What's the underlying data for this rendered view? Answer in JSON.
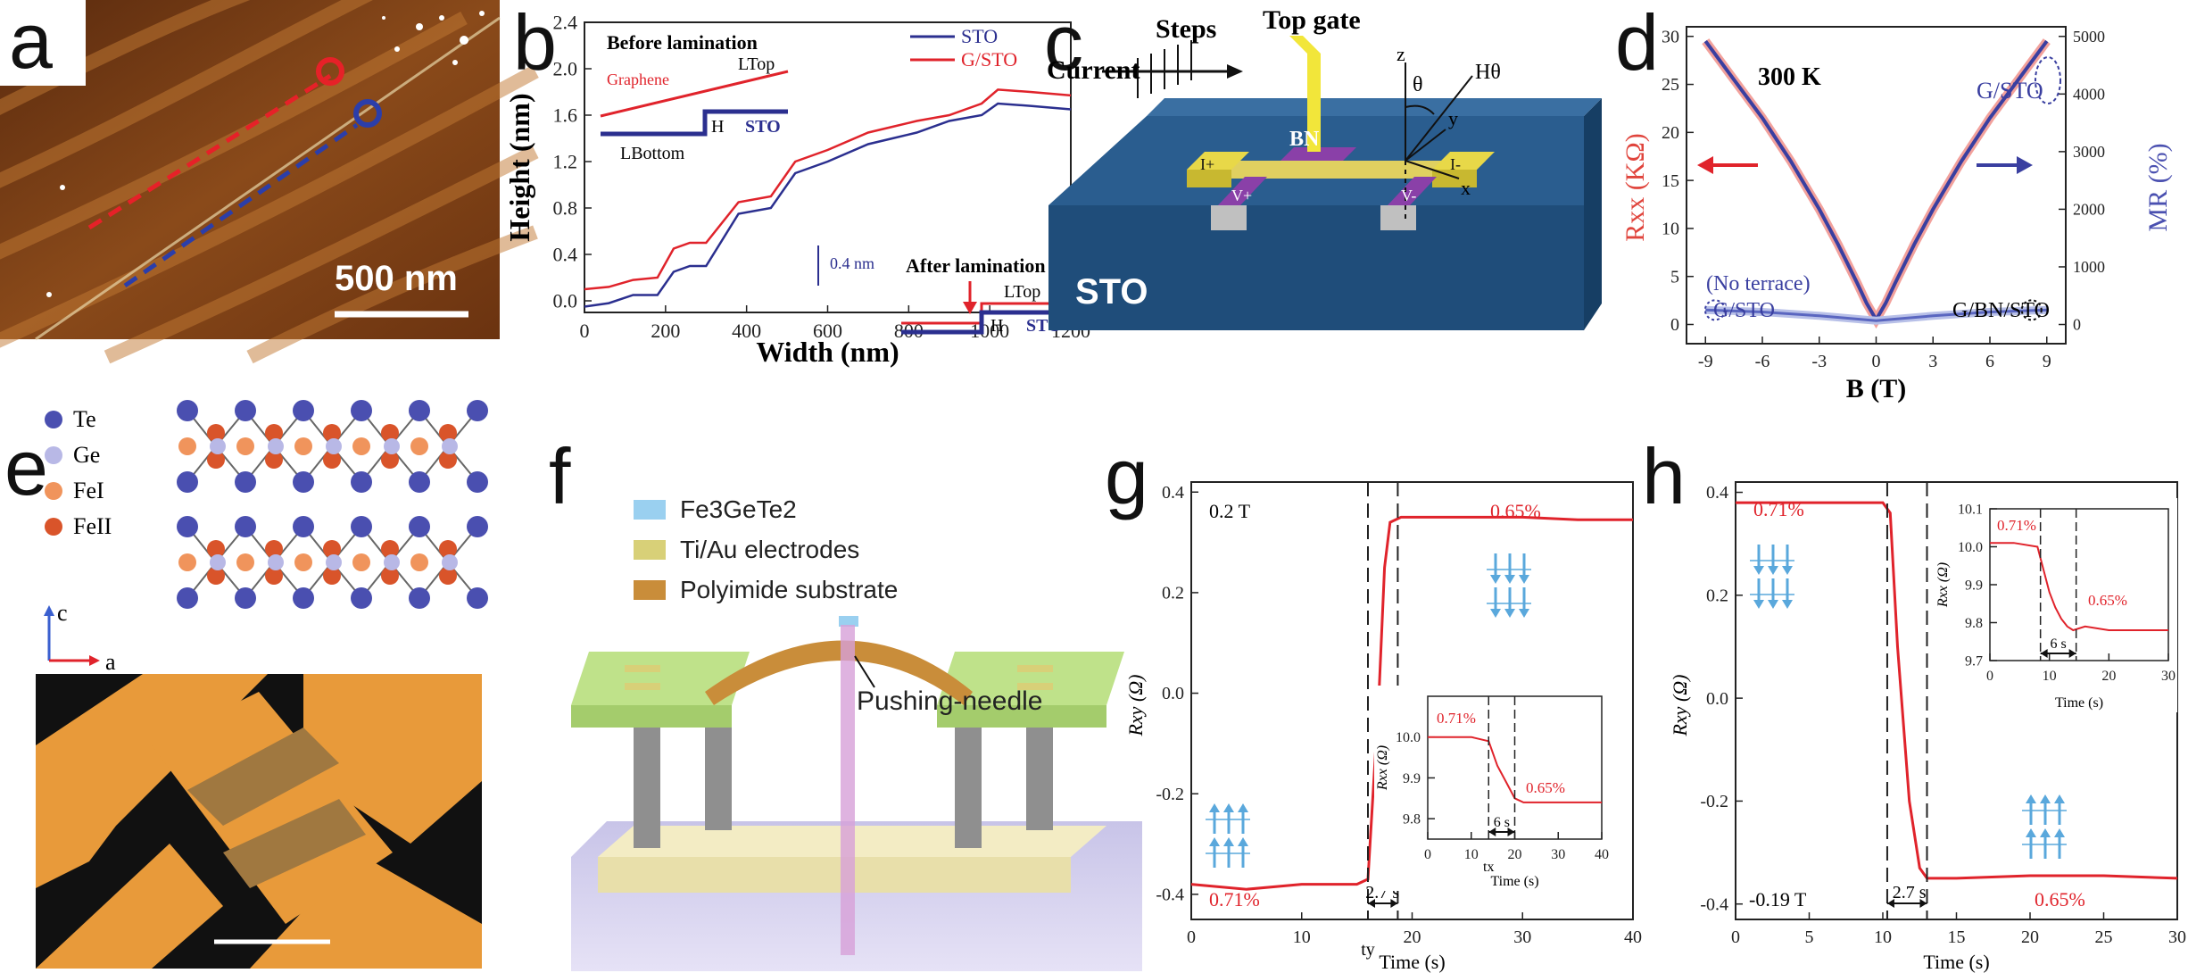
{
  "panels": {
    "a": "a",
    "b": "b",
    "c": "c",
    "d": "d",
    "e": "e",
    "f": "f",
    "g": "g",
    "h": "h"
  },
  "a": {
    "scalebar": "500 nm"
  },
  "b": {
    "xlabel": "Width (nm)",
    "ylabel": "Height (nm)",
    "before": "Before lamination",
    "after": "After lamination",
    "graphene": "Graphene",
    "ltop": "LTop",
    "lbottom": "LBottom",
    "h": "H",
    "sto": "STO",
    "step": "0.4 nm",
    "legend": [
      "STO",
      "G/STO"
    ]
  },
  "c": {
    "steps": "Steps",
    "current": "Current",
    "top_gate": "Top gate",
    "bn": "BN",
    "sto": "STO",
    "i_plus": "I+",
    "i_minus": "I-",
    "v_plus": "V+",
    "v_minus": "V-",
    "z": "z",
    "y": "y",
    "x": "x",
    "theta": "θ",
    "h_theta": "Hθ"
  },
  "d": {
    "temp": "300 K",
    "g_sto": "G/STO",
    "no_terrace": "(No terrace)",
    "g_sto2": "G/STO",
    "g_bn_sto": "G/BN/STO",
    "xlabel": "B (T)",
    "ylabel_left": "Rxx (KΩ)",
    "ylabel_right": "MR (%)"
  },
  "e": {
    "legend": [
      "Te",
      "Ge",
      "FeI",
      "FeII"
    ],
    "axis_c": "c",
    "axis_a": "a"
  },
  "f": {
    "legend": [
      "Fe3GeTe2",
      "Ti/Au electrodes",
      "Polyimide substrate"
    ],
    "needle": "Pushing-needle"
  },
  "g": {
    "field": "0.2 T",
    "high": "0.65%",
    "low": "0.71%",
    "interval": "2.7 s",
    "xlabel": "Time (s)",
    "ylabel": "Rxy (Ω)",
    "ty": "ty",
    "inset": {
      "ylabel": "Rxx (Ω)",
      "xlabel": "Time (s)",
      "p1": "0.71%",
      "p2": "0.65%",
      "dt": "6 s",
      "tx": "tx"
    }
  },
  "h": {
    "field": "-0.19 T",
    "high": "0.71%",
    "low": "0.65%",
    "interval": "2.7 s",
    "xlabel": "Time (s)",
    "ylabel": "Rxy (Ω)",
    "inset": {
      "ylabel": "Rxx (Ω)",
      "xlabel": "Time (s)",
      "p1": "0.71%",
      "p2": "0.65%",
      "dt": "6 s"
    }
  },
  "chart_data": [
    {
      "type": "line",
      "panel": "b",
      "xlabel": "Width (nm)",
      "ylabel": "Height (nm)",
      "xlim": [
        0,
        1200
      ],
      "ylim": [
        -0.1,
        2.4
      ],
      "xticks": [
        0,
        200,
        400,
        600,
        800,
        1000,
        1200
      ],
      "yticks": [
        0.0,
        0.4,
        0.8,
        1.2,
        1.6,
        2.0,
        2.4
      ],
      "series": [
        {
          "name": "STO",
          "color": "#2b2f8f",
          "x": [
            0,
            60,
            120,
            180,
            220,
            260,
            300,
            380,
            460,
            520,
            600,
            700,
            760,
            820,
            900,
            980,
            1020,
            1100,
            1200
          ],
          "y": [
            -0.05,
            -0.02,
            0.05,
            0.05,
            0.25,
            0.3,
            0.3,
            0.75,
            0.8,
            1.1,
            1.2,
            1.35,
            1.4,
            1.45,
            1.55,
            1.6,
            1.7,
            1.68,
            1.65
          ]
        },
        {
          "name": "G/STO",
          "color": "#e0232b",
          "x": [
            0,
            60,
            120,
            180,
            220,
            260,
            300,
            380,
            460,
            520,
            600,
            700,
            760,
            820,
            900,
            980,
            1020,
            1100,
            1200
          ],
          "y": [
            0.1,
            0.12,
            0.18,
            0.2,
            0.45,
            0.5,
            0.5,
            0.85,
            0.9,
            1.2,
            1.3,
            1.45,
            1.5,
            1.55,
            1.6,
            1.7,
            1.82,
            1.8,
            1.77
          ]
        }
      ]
    },
    {
      "type": "line",
      "panel": "d",
      "xlabel": "B (T)",
      "ylabel": "Rxx (KΩ)",
      "y2label": "MR (%)",
      "xlim": [
        -10,
        10
      ],
      "ylim": [
        -2,
        31
      ],
      "y2lim": [
        -333,
        5167
      ],
      "xticks": [
        -9,
        -6,
        -3,
        0,
        3,
        6,
        9
      ],
      "yticks": [
        0,
        5,
        10,
        15,
        20,
        25,
        30
      ],
      "y2ticks": [
        0,
        1000,
        2000,
        3000,
        4000,
        5000
      ],
      "series": [
        {
          "name": "G/STO",
          "x": [
            -9,
            -7.5,
            -6,
            -4.5,
            -3,
            -2,
            -1,
            -0.5,
            0,
            0.5,
            1,
            2,
            3,
            4.5,
            6,
            7.5,
            9
          ],
          "y": [
            29.5,
            25.5,
            21.5,
            17.0,
            12.0,
            8.3,
            4.3,
            2.2,
            0.5,
            2.2,
            4.3,
            8.3,
            12.0,
            17.0,
            21.5,
            25.5,
            29.5
          ]
        },
        {
          "name": "G/BN/STO",
          "x": [
            -9,
            -6,
            -3,
            0,
            3,
            6,
            9
          ],
          "y": [
            1.5,
            1.3,
            0.9,
            0.4,
            0.9,
            1.3,
            1.5
          ]
        }
      ]
    },
    {
      "type": "line",
      "panel": "g",
      "xlabel": "Time (s)",
      "ylabel": "Rxy (Ω)",
      "xlim": [
        0,
        40
      ],
      "ylim": [
        -0.45,
        0.42
      ],
      "xticks": [
        0,
        10,
        20,
        30,
        40
      ],
      "yticks": [
        -0.4,
        -0.2,
        0.0,
        0.2,
        0.4
      ],
      "series": [
        {
          "name": "",
          "x": [
            0,
            5,
            10,
            15,
            16,
            17,
            17.5,
            18,
            19,
            25,
            30,
            35,
            40
          ],
          "y": [
            -0.38,
            -0.39,
            -0.38,
            -0.38,
            -0.37,
            0.0,
            0.25,
            0.34,
            0.35,
            0.35,
            0.35,
            0.345,
            0.345
          ]
        }
      ]
    },
    {
      "type": "line",
      "panel": "g-inset",
      "xlabel": "Time (s)",
      "ylabel": "Rxx (Ω)",
      "xlim": [
        0,
        40
      ],
      "ylim": [
        9.75,
        10.1
      ],
      "xticks": [
        0,
        10,
        20,
        30,
        40
      ],
      "yticks": [
        9.8,
        9.9,
        10.0
      ],
      "series": [
        {
          "name": "",
          "x": [
            0,
            5,
            10,
            14,
            16,
            18,
            20,
            22,
            25,
            30,
            35,
            40
          ],
          "y": [
            10.0,
            10.0,
            10.0,
            9.99,
            9.93,
            9.89,
            9.85,
            9.84,
            9.84,
            9.84,
            9.84,
            9.84
          ]
        }
      ]
    },
    {
      "type": "line",
      "panel": "h",
      "xlabel": "Time (s)",
      "ylabel": "Rxy (Ω)",
      "xlim": [
        0,
        30
      ],
      "ylim": [
        -0.43,
        0.42
      ],
      "xticks": [
        0,
        5,
        10,
        15,
        20,
        25,
        30
      ],
      "yticks": [
        -0.4,
        -0.2,
        0.0,
        0.2,
        0.4
      ],
      "series": [
        {
          "name": "",
          "x": [
            0,
            5,
            10,
            10.5,
            11,
            11.8,
            12.5,
            13,
            15,
            20,
            25,
            30
          ],
          "y": [
            0.38,
            0.38,
            0.38,
            0.36,
            0.1,
            -0.2,
            -0.33,
            -0.35,
            -0.35,
            -0.345,
            -0.345,
            -0.35
          ]
        }
      ]
    },
    {
      "type": "line",
      "panel": "h-inset",
      "xlabel": "Time (s)",
      "ylabel": "Rxx (Ω)",
      "xlim": [
        0,
        30
      ],
      "ylim": [
        9.7,
        10.1
      ],
      "xticks": [
        0,
        10,
        20,
        30
      ],
      "yticks": [
        9.7,
        9.8,
        9.9,
        10.0,
        10.1
      ],
      "series": [
        {
          "name": "",
          "x": [
            0,
            4,
            8,
            9,
            10,
            11,
            12,
            13,
            14,
            16,
            20,
            25,
            30
          ],
          "y": [
            10.01,
            10.01,
            10.0,
            9.94,
            9.88,
            9.84,
            9.81,
            9.79,
            9.78,
            9.79,
            9.78,
            9.78,
            9.78
          ]
        }
      ]
    }
  ]
}
